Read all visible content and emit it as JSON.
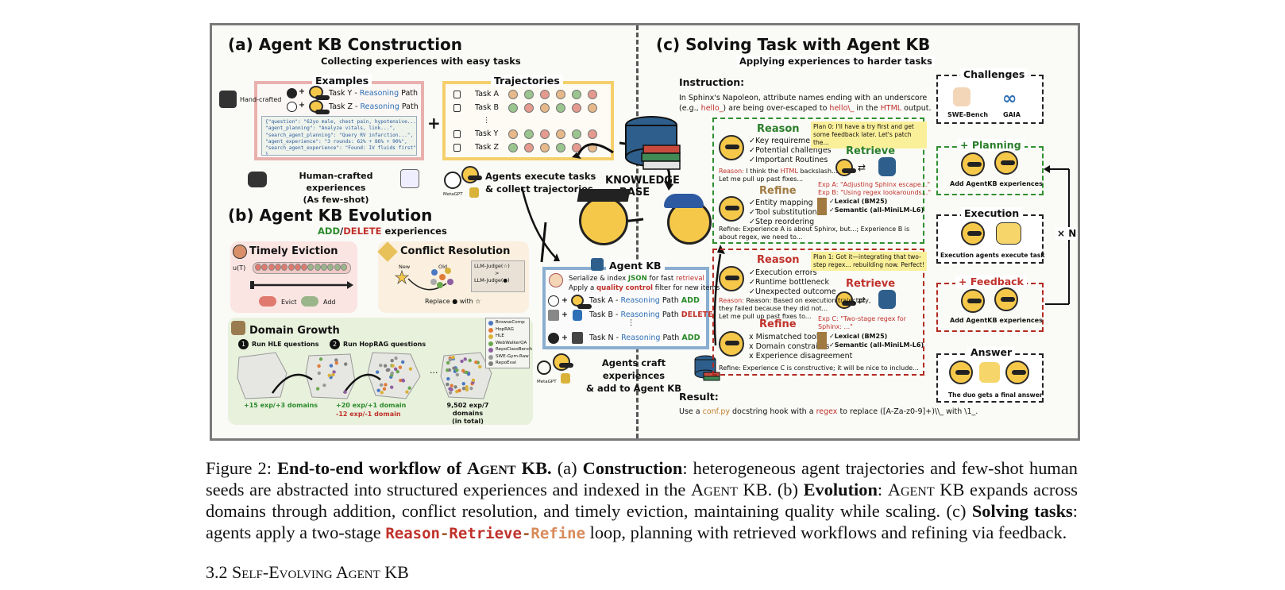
{
  "sectionA": {
    "title": "(a) Agent KB Construction",
    "subtitle": "Collecting experiences with easy tasks",
    "examples_label": "Examples",
    "handcrafted_label": "Hand-crafted",
    "task_y_prefix": "Task Y - ",
    "task_y_mid": "Reasoning",
    "task_y_suffix": " Path",
    "task_z_prefix": "Task Z - ",
    "task_z_mid": "Reasoning",
    "task_z_suffix": " Path",
    "code_lines": "{\"question\": \"62yo male, chest pain, hypotensive...\",\n\"agent_planning\": \"Analyze vitals, link...\",\n\"search_agent_planning\": \"Query RV infarction...\",\n\"agent_experience\": \"3 rounds: 62% + 86% + 90%\",\n\"search_agent_experience\": \"Found: IV fluids first\"\n}",
    "plus": "+",
    "human_crafted_line1": "Human-crafted experiences",
    "human_crafted_line2": "(As few-shot)",
    "trajectories_label": "Trajectories",
    "tasks": [
      "Task A",
      "Task B",
      "⋮",
      "Task Y",
      "Task Z"
    ],
    "agents_line1": "Agents execute tasks",
    "agents_line2": "& collect trajectories",
    "metagpt": "MetaGPT"
  },
  "knowledge_base": {
    "line1": "KNOWLEDGE",
    "line2": "BASE"
  },
  "sectionB": {
    "title": "(b) Agent KB Evolution",
    "add": "ADD",
    "slash": "/",
    "delete": "DELETE",
    "experiences": " experiences",
    "timely_eviction": "Timely Eviction",
    "uT": "u(T)",
    "evict": "Evict",
    "add_legend": "Add",
    "conflict_resolution": "Conflict Resolution",
    "new": "New",
    "old": "Old",
    "llm_judge_1": "LLM-Judge(",
    "gt": ">",
    "llm_judge_2": "LLM-Judge(",
    "close_paren": ")",
    "replace": "Replace",
    "with": "with",
    "domain_growth": "Domain Growth",
    "step1": "Run HLE questions",
    "step2": "Run HopRAG questions",
    "ellipsis": "...",
    "stat1": "+15 exp/+3 domains",
    "stat2a": "+20 exp/+1 domain",
    "stat2b": "-12 exp/-1 domain",
    "stat3a": "9,502 exp/7 domains",
    "stat3b": "(in total)",
    "legend": [
      "BrowseComp",
      "HopRAG",
      "HLE",
      "WebWalkerQA",
      "RepoClassBench",
      "SWE-Gym-Raw",
      "RepoEval"
    ],
    "legend_colors": [
      "#4a78c2",
      "#e07b39",
      "#d9b23a",
      "#6aa84f",
      "#8e5ea2",
      "#999999",
      "#7f7f7f"
    ]
  },
  "agentKB": {
    "title": "Agent KB",
    "line1_a": "Serialize & index ",
    "line1_b": "JSON",
    "line1_c": " for fast ",
    "line1_d": "retrieval",
    "line2_a": "Apply a ",
    "line2_b": "quality control",
    "line2_c": " filter for new items",
    "rowA_a": "Task A - ",
    "rowA_b": "Reasoning",
    "rowA_c": " Path ",
    "rowA_d": "ADD",
    "rowB_a": "Task B - ",
    "rowB_b": "Reasoning",
    "rowB_c": " Path ",
    "rowB_d": "DELETE",
    "dots": "⋮",
    "rowN_a": "Task N - ",
    "rowN_b": "Reasoning",
    "rowN_c": " Path ",
    "rowN_d": "ADD",
    "craft_line1": "Agents craft experiences",
    "craft_line2": "& add to Agent KB"
  },
  "sectionC": {
    "title": "(c) Solving Task with Agent KB",
    "subtitle": "Applying experiences to harder tasks",
    "instruction_label": "Instruction:",
    "instruction_1": "In Sphinx's Napoleon, attribute names ending with an underscore",
    "instruction_2a": "(e.g., ",
    "instruction_2b": "hello_",
    "instruction_2c": ") are being over-escaped to ",
    "instruction_2d": "hello\\_",
    "instruction_2e": " in the ",
    "instruction_2f": "HTML",
    "instruction_2g": " output.",
    "reason1": "Reason",
    "reason1_items": [
      "✓Key requirements",
      "✓Potential challenges",
      "✓Important Routines"
    ],
    "plan0": "Plan 0: I'll have a try first and get some feedback later. Let's patch the...",
    "retrieve1": "Retrieve",
    "reason1_text_a": "Reason: ",
    "reason1_text_b": "I think the ",
    "reason1_text_c": "HTML",
    "reason1_text_d": " backslash...",
    "reason1_text_e": "Let me pull up past fixes...",
    "refine1": "Refine",
    "refine1_items": [
      "✓Entity mapping",
      "✓Tool substitution",
      "✓Step reordering"
    ],
    "expA": "Exp A: \"Adjusting Sphinx escape...\"",
    "expB": "Exp B: \"Using regex lookarounds...\"",
    "lexical1": "✓Lexical (BM25)",
    "semantic1": "✓Semantic (all-MiniLM-L6)",
    "refine1_text": "Refine: Experience A is about Sphinx, but...; Experience B is about regex, we need to...",
    "reason2": "Reason",
    "reason2_items": [
      "✓Execution errors",
      "✓Runtime bottleneck",
      "✓Unexpected outcome"
    ],
    "plan1": "Plan 1: Got it—integrating that two-step regex... rebuilding now. Perfect!",
    "retrieve2": "Retrieve",
    "reason2_text_1": "Reason: Based on execution trajectory,",
    "reason2_text_2": "they failed because they did not...",
    "reason2_text_3": "Let me pull up past fixes to...",
    "expC_1": "Exp C: \"Two-stage regex for",
    "expC_2": "Sphinx: ...\"",
    "refine2": "Refine",
    "refine2_items": [
      "x Mismatched tools",
      "x Domain constraints",
      "x Experience disagreement"
    ],
    "lexical2": "✓Lexical (BM25)",
    "semantic2": "✓Semantic (all-MiniLM-L6)",
    "refine2_text": "Refine: Experience C is constructive; it will be nice to include...",
    "result_label": "Result:",
    "result_a": "Use a ",
    "result_b": "conf.py",
    "result_c": " docstring hook with a ",
    "result_d": "regex",
    "result_e": " to replace ([A-Za-z0-9]+)\\\\_ with \\1_."
  },
  "right": {
    "challenges": "Challenges",
    "swe_bench": "SWE-Bench",
    "gaia": "GAIA",
    "planning": "+ Planning",
    "add_exp_1": "Add AgentKB experiences",
    "execution": "Execution",
    "exec_text": "Execution agents execute task",
    "xN": "× N",
    "feedback": "+ Feedback",
    "add_exp_2": "Add AgentKB experiences",
    "answer": "Answer",
    "answer_text": "The duo gets a final answer"
  },
  "caption": {
    "fig": "Figure 2:",
    "title_a": "End-to-end workflow of ",
    "title_sc": "Agent",
    "title_b": " KB.",
    "a_label": "(a)",
    "construction": "Construction",
    "a_text": ": heterogeneous agent trajectories and few-shot human seeds are abstracted into structured experiences and indexed in the ",
    "agent_sc_1": "Agent",
    "kb_1": " KB. (b) ",
    "evolution": "Evolution",
    "colon": ":",
    "agent_sc_2": "Agent",
    "b_text": " KB expands across domains through addition, conflict resolution, and timely eviction, maintaining quality while scaling. (c) ",
    "solving": "Solving tasks",
    "c_text_a": ": agents apply a two-stage ",
    "rr_reason": "Reason",
    "dash1": "-",
    "rr_retrieve": "Retrieve",
    "dash2": "-",
    "rr_refine": "Refine",
    "c_text_b": " loop, planning with retrieved workflows and refining via feedback."
  },
  "next_heading": "3.2    Self-Evolving Agent KB",
  "colors": {
    "reason": "#c0312a",
    "retrieve": "#2a7f2a",
    "refine": "#c08030",
    "frame": "#7a7a7a"
  }
}
